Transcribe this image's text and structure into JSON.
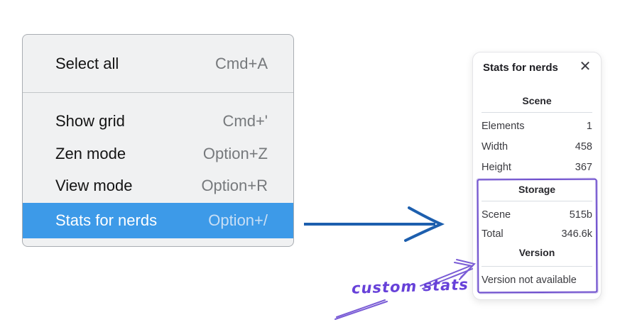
{
  "context_menu": {
    "items": [
      {
        "label": "Select all",
        "shortcut": "Cmd+A",
        "selected": false
      },
      {
        "label": "Show grid",
        "shortcut": "Cmd+'",
        "selected": false
      },
      {
        "label": "Zen mode",
        "shortcut": "Option+Z",
        "selected": false
      },
      {
        "label": "View mode",
        "shortcut": "Option+R",
        "selected": false
      },
      {
        "label": "Stats for nerds",
        "shortcut": "Option+/",
        "selected": true
      }
    ],
    "colors": {
      "highlight": "#3d9ae8",
      "background": "#f0f1f2",
      "border": "#a9adb2"
    }
  },
  "stats_panel": {
    "title": "Stats for nerds",
    "close_icon": "✕",
    "sections": [
      {
        "heading": "Scene",
        "rows": [
          {
            "label": "Elements",
            "value": "1"
          },
          {
            "label": "Width",
            "value": "458"
          },
          {
            "label": "Height",
            "value": "367"
          }
        ]
      },
      {
        "heading": "Storage",
        "rows": [
          {
            "label": "Scene",
            "value": "515b"
          },
          {
            "label": "Total",
            "value": "346.6k"
          }
        ]
      },
      {
        "heading": "Version",
        "rows": [],
        "note": "Version not available"
      }
    ]
  },
  "annotations": {
    "custom_stats_label": "custom stats",
    "colors": {
      "purple": "#6741d9",
      "arrow_blue": "#1d5fae"
    }
  }
}
